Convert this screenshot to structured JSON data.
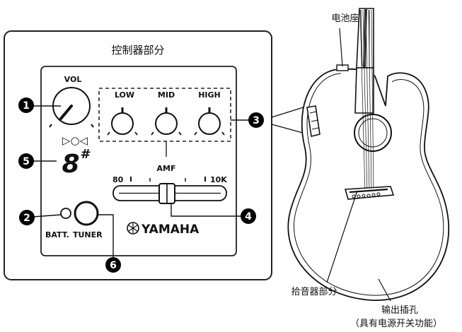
{
  "panel": {
    "title": "控制器部分",
    "vol_label": "VOL",
    "eq_labels": [
      "LOW",
      "MID",
      "HIGH"
    ],
    "amf_label": "AMF",
    "amf_min": "80",
    "amf_max": "10K",
    "batt_label": "BATT.",
    "tuner_label": "TUNER",
    "brand": "YAMAHA",
    "tuner_arrows": "▷○◁",
    "tuner_note": "8",
    "tuner_sharp": "#"
  },
  "guitar_labels": {
    "battery": "电池座",
    "pickup": "拾音器部分",
    "output_line1": "输出插孔",
    "output_line2": "（具有电源开关功能）"
  },
  "callouts": [
    "1",
    "2",
    "3",
    "4",
    "5",
    "6"
  ]
}
